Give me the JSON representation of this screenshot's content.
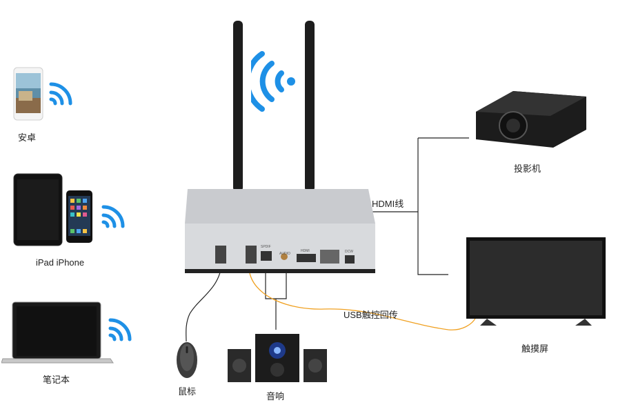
{
  "devices": {
    "android": {
      "label": "安卓",
      "icon": "android-phone-icon"
    },
    "ipad_iphone": {
      "label": "iPad iPhone",
      "icon": "tablet-phone-icon"
    },
    "laptop": {
      "label": "笔记本",
      "icon": "laptop-icon"
    },
    "projector": {
      "label": "投影机",
      "icon": "projector-icon"
    },
    "touchscreen": {
      "label": "触摸屏",
      "icon": "touchscreen-icon"
    },
    "mouse": {
      "label": "鼠标",
      "icon": "mouse-icon"
    },
    "speaker": {
      "label": "音响",
      "icon": "speaker-icon"
    }
  },
  "hub": {
    "ports": [
      "SPDIF",
      "AUDIO",
      "HDMI",
      "DCW"
    ]
  },
  "cables": {
    "hdmi": "HDMI线",
    "usb_touch": "USB触控回传"
  },
  "colors": {
    "wifi": "#1e90e6",
    "usb_cable": "#f0a020",
    "line": "#222222"
  }
}
